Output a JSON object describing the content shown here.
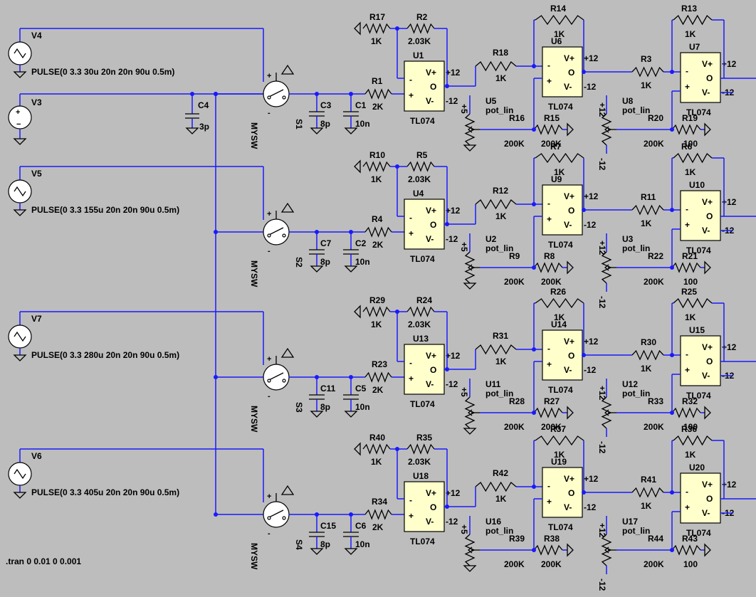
{
  "directive": ".tran 0 0.01 0 0.001",
  "sources": [
    {
      "name": "V4",
      "value": "PULSE(0 3.3 30u 20n 20n 90u 0.5m)"
    },
    {
      "name": "V5",
      "value": "PULSE(0 3.3 155u 20n 20n 90u 0.5m)"
    },
    {
      "name": "V7",
      "value": "PULSE(0 3.3 280u 20n 20n 90u 0.5m)"
    },
    {
      "name": "V6",
      "value": "PULSE(0 3.3 405u 20n 20n 90u 0.5m)"
    }
  ],
  "v3": {
    "name": "V3"
  },
  "c4": {
    "name": "C4",
    "value": "3p"
  },
  "pin_labels": {
    "vplus": "V+",
    "out": "O",
    "vminus": "V-",
    "plus": "+",
    "minus": "-",
    "pos12": "+12",
    "neg12": "-12",
    "pos5": "+5"
  },
  "rows": [
    {
      "sw": "S1",
      "sw_model": "MYSW",
      "cA": {
        "name": "C3",
        "value": "8p"
      },
      "cB": {
        "name": "C1",
        "value": "10n"
      },
      "rin": {
        "name": "R1",
        "value": "2K"
      },
      "rgnd": {
        "name": "R17",
        "value": "1K"
      },
      "rfb": {
        "name": "R2",
        "value": "2.03K"
      },
      "opA": {
        "name": "U1",
        "model": "TL074"
      },
      "r18": {
        "name": "R18",
        "value": "1K"
      },
      "opB": {
        "name": "U6",
        "model": "TL074"
      },
      "rfb2": {
        "name": "R14",
        "value": "1K"
      },
      "potA": {
        "name": "U5",
        "model": "pot_lin"
      },
      "rpA": {
        "name": "R16",
        "value": "200K"
      },
      "rpB": {
        "name": "R15",
        "value": "200K"
      },
      "r3": {
        "name": "R3",
        "value": "1K"
      },
      "opC": {
        "name": "U7",
        "model": "TL074"
      },
      "rfb3": {
        "name": "R13",
        "value": "1K"
      },
      "potB": {
        "name": "U8",
        "model": "pot_lin"
      },
      "rpC": {
        "name": "R20",
        "value": "200K"
      },
      "rpD": {
        "name": "R19",
        "value": "100"
      }
    },
    {
      "sw": "S2",
      "sw_model": "MYSW",
      "cA": {
        "name": "C7",
        "value": "8p"
      },
      "cB": {
        "name": "C2",
        "value": "10n"
      },
      "rin": {
        "name": "R4",
        "value": "2K"
      },
      "rgnd": {
        "name": "R10",
        "value": "1K"
      },
      "rfb": {
        "name": "R5",
        "value": "2.03K"
      },
      "opA": {
        "name": "U4",
        "model": "TL074"
      },
      "r18": {
        "name": "R12",
        "value": "1K"
      },
      "opB": {
        "name": "U9",
        "model": "TL074"
      },
      "rfb2": {
        "name": "R7",
        "value": "1K"
      },
      "potA": {
        "name": "U2",
        "model": "pot_lin"
      },
      "rpA": {
        "name": "R9",
        "value": "200K"
      },
      "rpB": {
        "name": "R8",
        "value": "200K"
      },
      "r3": {
        "name": "R11",
        "value": "1K"
      },
      "opC": {
        "name": "U10",
        "model": "TL074"
      },
      "rfb3": {
        "name": "R6",
        "value": "1K"
      },
      "potB": {
        "name": "U3",
        "model": "pot_lin"
      },
      "rpC": {
        "name": "R22",
        "value": "200K"
      },
      "rpD": {
        "name": "R21",
        "value": "100"
      }
    },
    {
      "sw": "S3",
      "sw_model": "MYSW",
      "cA": {
        "name": "C11",
        "value": "8p"
      },
      "cB": {
        "name": "C5",
        "value": "10n"
      },
      "rin": {
        "name": "R23",
        "value": "2K"
      },
      "rgnd": {
        "name": "R29",
        "value": "1K"
      },
      "rfb": {
        "name": "R24",
        "value": "2.03K"
      },
      "opA": {
        "name": "U13",
        "model": "TL074"
      },
      "r18": {
        "name": "R31",
        "value": "1K"
      },
      "opB": {
        "name": "U14",
        "model": "TL074"
      },
      "rfb2": {
        "name": "R26",
        "value": "1K"
      },
      "potA": {
        "name": "U11",
        "model": "pot_lin"
      },
      "rpA": {
        "name": "R28",
        "value": "200K"
      },
      "rpB": {
        "name": "R27",
        "value": "200K"
      },
      "r3": {
        "name": "R30",
        "value": "1K"
      },
      "opC": {
        "name": "U15",
        "model": "TL074"
      },
      "rfb3": {
        "name": "R25",
        "value": "1K"
      },
      "potB": {
        "name": "U12",
        "model": "pot_lin"
      },
      "rpC": {
        "name": "R33",
        "value": "200K"
      },
      "rpD": {
        "name": "R32",
        "value": "100"
      }
    },
    {
      "sw": "S4",
      "sw_model": "MYSW",
      "cA": {
        "name": "C15",
        "value": "8p"
      },
      "cB": {
        "name": "C6",
        "value": "10n"
      },
      "rin": {
        "name": "R34",
        "value": "2K"
      },
      "rgnd": {
        "name": "R40",
        "value": "1K"
      },
      "rfb": {
        "name": "R35",
        "value": "2.03K"
      },
      "opA": {
        "name": "U18",
        "model": "TL074"
      },
      "r18": {
        "name": "R42",
        "value": "1K"
      },
      "opB": {
        "name": "U19",
        "model": "TL074"
      },
      "rfb2": {
        "name": "R37",
        "value": "1K"
      },
      "potA": {
        "name": "U16",
        "model": "pot_lin"
      },
      "rpA": {
        "name": "R39",
        "value": "200K"
      },
      "rpB": {
        "name": "R38",
        "value": "200K"
      },
      "r3": {
        "name": "R41",
        "value": "1K"
      },
      "opC": {
        "name": "U20",
        "model": "TL074"
      },
      "rfb3": {
        "name": "R36",
        "value": "1K"
      },
      "potB": {
        "name": "U17",
        "model": "pot_lin"
      },
      "rpC": {
        "name": "R44",
        "value": "200K"
      },
      "rpD": {
        "name": "R43",
        "value": "100"
      }
    }
  ],
  "colors": {
    "background": "#bdbdbd",
    "wire": "#1a1aff",
    "opamp_fill": "#ffffcc",
    "symbol": "#000000"
  }
}
